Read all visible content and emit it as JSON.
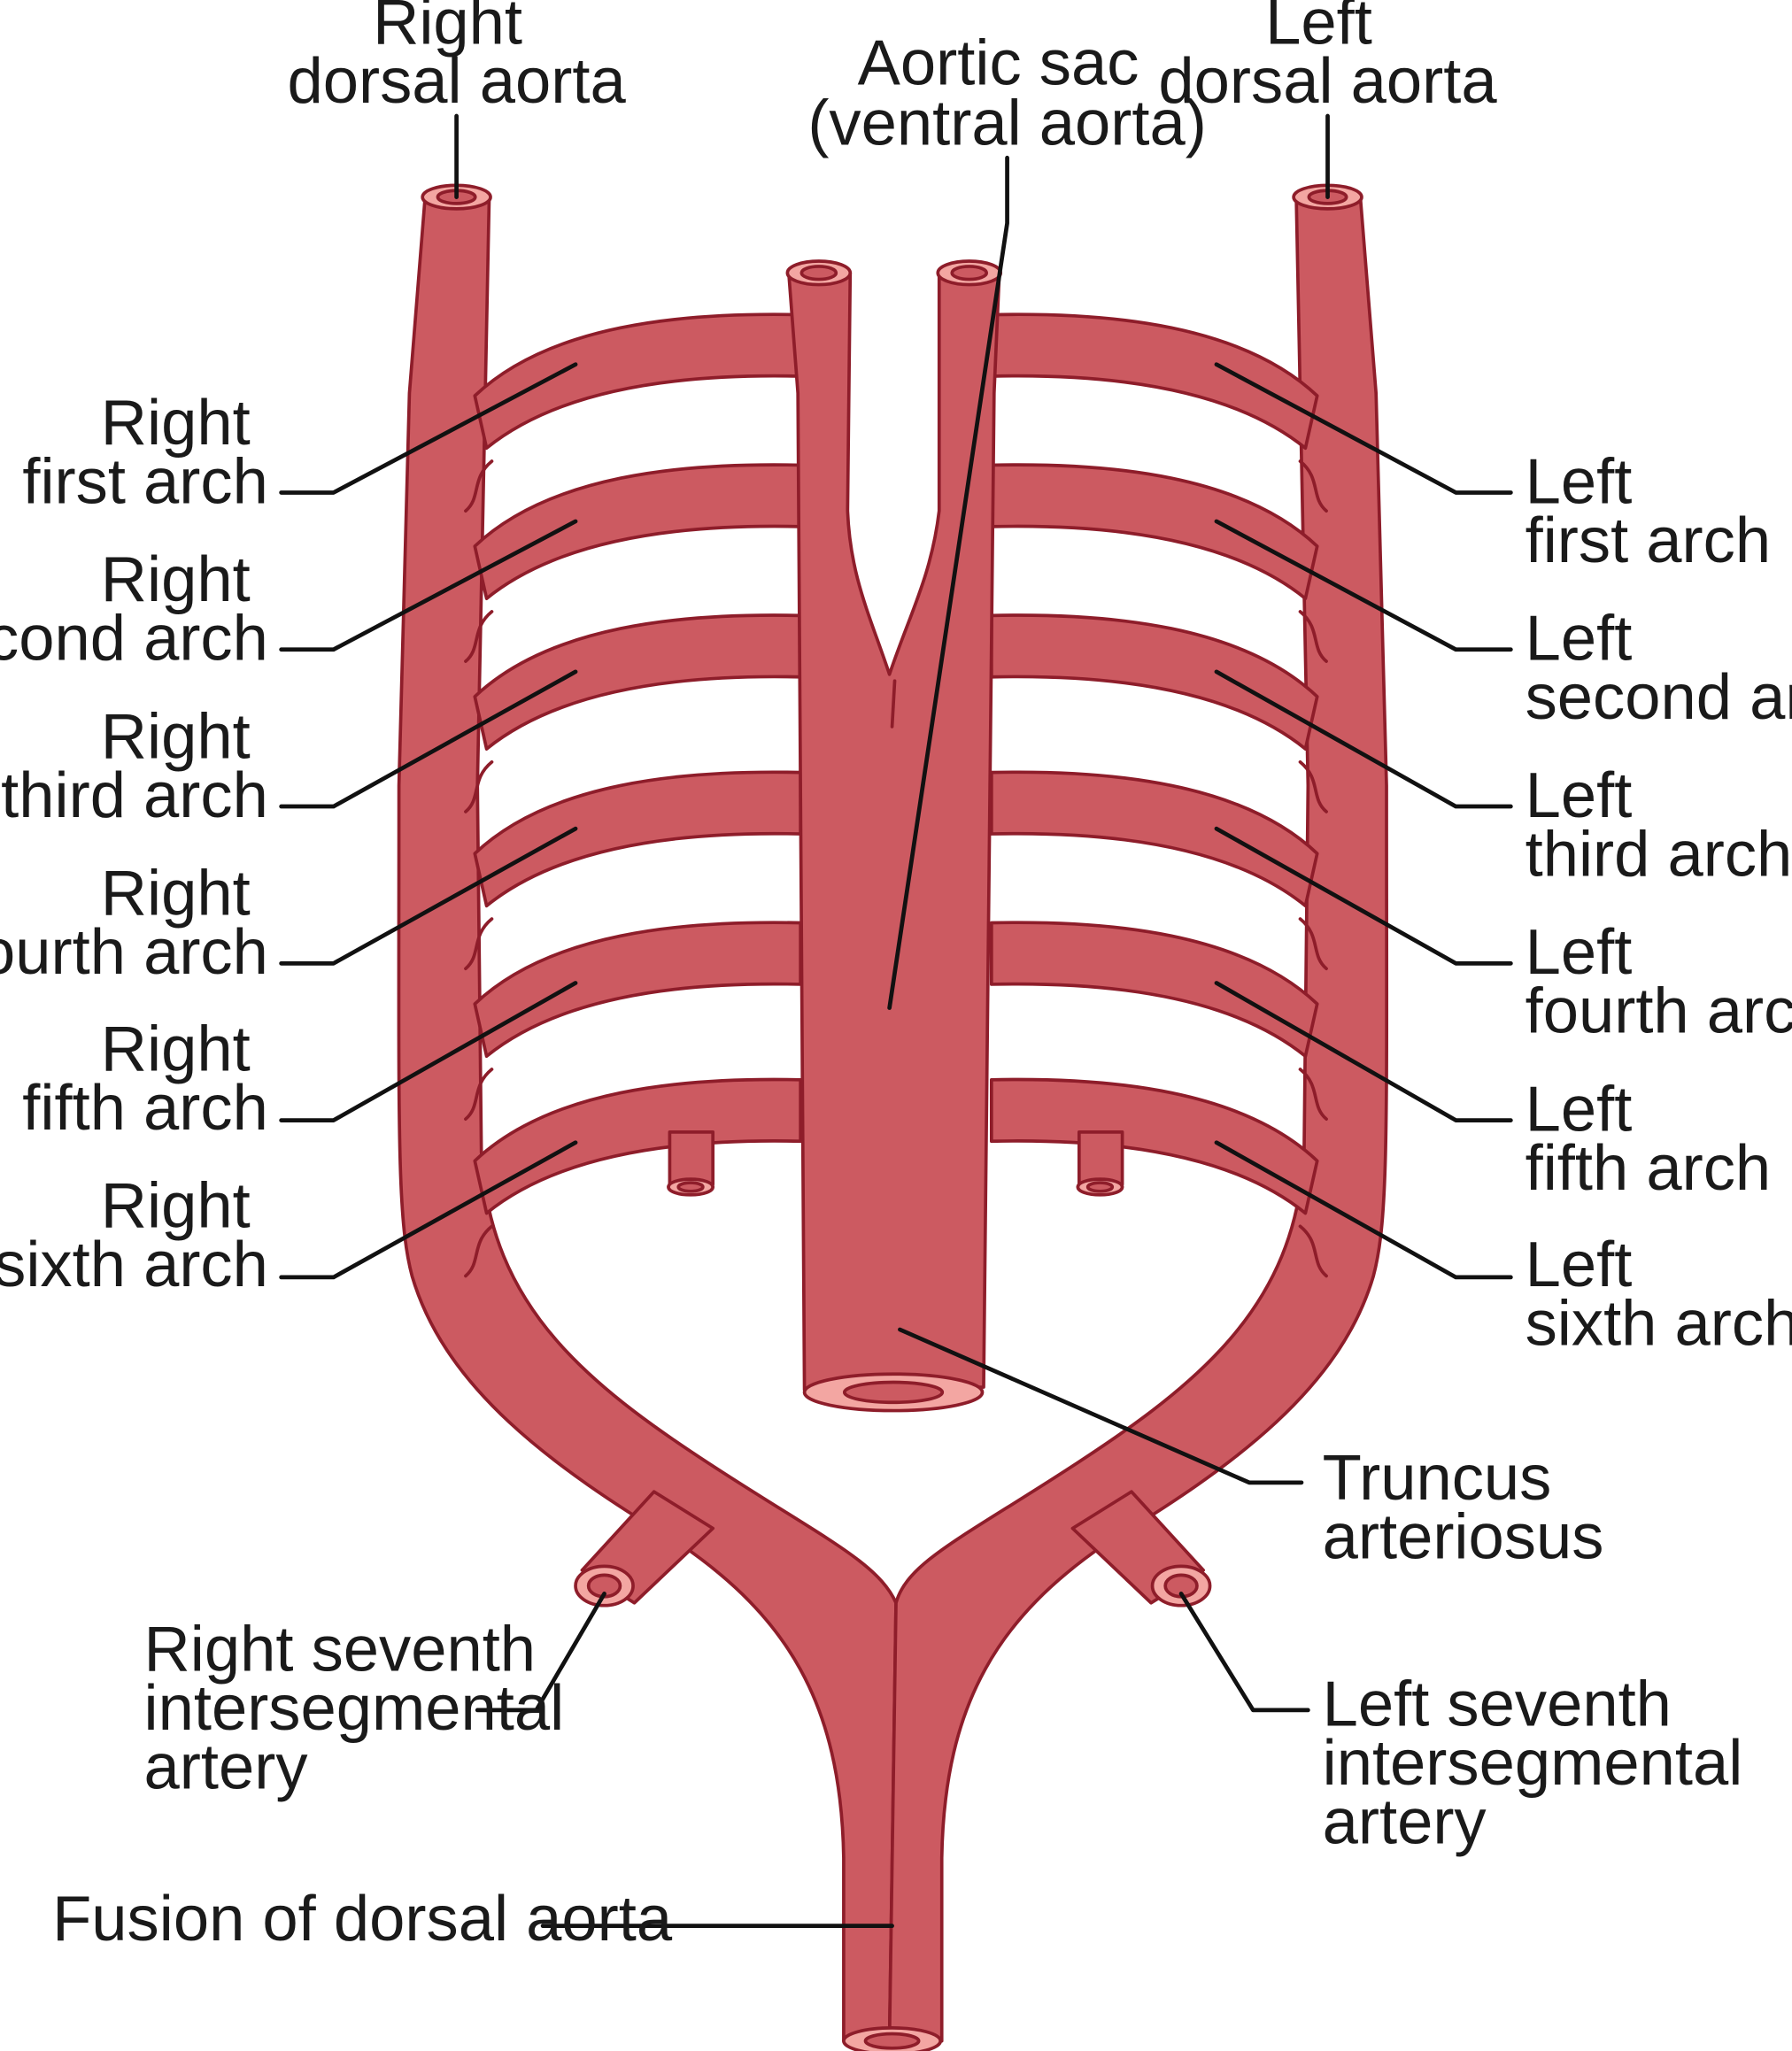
{
  "colors": {
    "vessel_fill": "#cc5a61",
    "vessel_outline": "#8e1d2a",
    "lumen": "#f3a6a2",
    "leader_line": "#111111"
  },
  "labels": {
    "right_dorsal_aorta": [
      "Right",
      "dorsal aorta"
    ],
    "aortic_sac": [
      "Aortic sac",
      "(ventral aorta)"
    ],
    "left_dorsal_aorta": [
      "Left",
      "dorsal aorta"
    ],
    "right_arches": [
      [
        "Right",
        "first arch"
      ],
      [
        "Right",
        "second arch"
      ],
      [
        "Right",
        "third arch"
      ],
      [
        "Right",
        "fourth arch"
      ],
      [
        "Right",
        "fifth arch"
      ],
      [
        "Right",
        "sixth arch"
      ]
    ],
    "left_arches": [
      [
        "Left",
        "first arch"
      ],
      [
        "Left",
        "second arch"
      ],
      [
        "Left",
        "third arch"
      ],
      [
        "Left",
        "fourth arch"
      ],
      [
        "Left",
        "fifth arch"
      ],
      [
        "Left",
        "sixth arch"
      ]
    ],
    "truncus_arteriosus": [
      "Truncus",
      "arteriosus"
    ],
    "right_seventh_intersegmental": [
      "Right seventh",
      "intersegmental",
      "artery"
    ],
    "left_seventh_intersegmental": [
      "Left seventh",
      "intersegmental",
      "artery"
    ],
    "fusion_dorsal_aorta": [
      "Fusion of dorsal aorta"
    ]
  }
}
